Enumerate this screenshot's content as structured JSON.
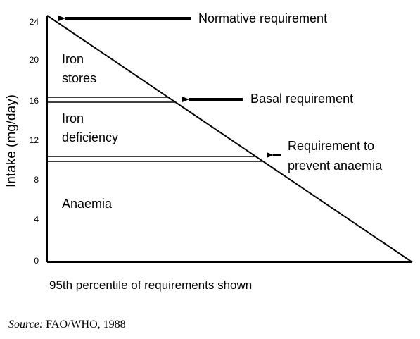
{
  "diagram": {
    "ylabel": "Intake (mg/day)",
    "y_ticks": [
      "24",
      "20",
      "16",
      "12",
      "8",
      "4",
      "0"
    ],
    "bands": {
      "top": [
        "Iron",
        "stores"
      ],
      "middle": [
        "Iron",
        "deficiency"
      ],
      "bottom": "Anaemia"
    },
    "levels": {
      "normative": {
        "label": "Normative requirement",
        "value": 24
      },
      "basal": {
        "label": "Basal requirement",
        "value": 16
      },
      "anaemia": {
        "label": [
          "Requirement to",
          "prevent anaemia"
        ],
        "value": 10
      }
    }
  },
  "footnote": "95th percentile of requirements shown",
  "source": {
    "label": "Source:",
    "text": "FAO/WHO, 1988"
  }
}
